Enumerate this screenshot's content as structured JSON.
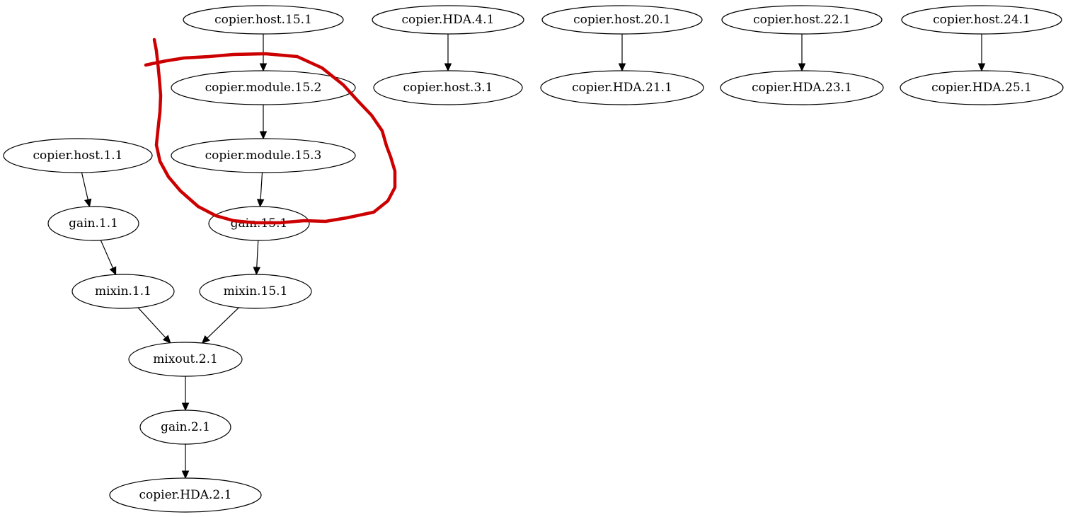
{
  "diagram": {
    "nodes": [
      {
        "id": "n_copier_host_15_1",
        "label": "copier.host.15.1"
      },
      {
        "id": "n_copier_module_15_2",
        "label": "copier.module.15.2"
      },
      {
        "id": "n_copier_module_15_3",
        "label": "copier.module.15.3"
      },
      {
        "id": "n_gain_15_1",
        "label": "gain.15.1"
      },
      {
        "id": "n_mixin_15_1",
        "label": "mixin.15.1"
      },
      {
        "id": "n_copier_host_1_1",
        "label": "copier.host.1.1"
      },
      {
        "id": "n_gain_1_1",
        "label": "gain.1.1"
      },
      {
        "id": "n_mixin_1_1",
        "label": "mixin.1.1"
      },
      {
        "id": "n_mixout_2_1",
        "label": "mixout.2.1"
      },
      {
        "id": "n_gain_2_1",
        "label": "gain.2.1"
      },
      {
        "id": "n_copier_hda_2_1",
        "label": "copier.HDA.2.1"
      },
      {
        "id": "n_copier_hda_4_1",
        "label": "copier.HDA.4.1"
      },
      {
        "id": "n_copier_host_3_1",
        "label": "copier.host.3.1"
      },
      {
        "id": "n_copier_host_20_1",
        "label": "copier.host.20.1"
      },
      {
        "id": "n_copier_hda_21_1",
        "label": "copier.HDA.21.1"
      },
      {
        "id": "n_copier_host_22_1",
        "label": "copier.host.22.1"
      },
      {
        "id": "n_copier_hda_23_1",
        "label": "copier.HDA.23.1"
      },
      {
        "id": "n_copier_host_24_1",
        "label": "copier.host.24.1"
      },
      {
        "id": "n_copier_hda_25_1",
        "label": "copier.HDA.25.1"
      }
    ],
    "edges": [
      {
        "from": "n_copier_host_15_1",
        "to": "n_copier_module_15_2"
      },
      {
        "from": "n_copier_module_15_2",
        "to": "n_copier_module_15_3"
      },
      {
        "from": "n_copier_module_15_3",
        "to": "n_gain_15_1"
      },
      {
        "from": "n_gain_15_1",
        "to": "n_mixin_15_1"
      },
      {
        "from": "n_copier_host_1_1",
        "to": "n_gain_1_1"
      },
      {
        "from": "n_gain_1_1",
        "to": "n_mixin_1_1"
      },
      {
        "from": "n_mixin_1_1",
        "to": "n_mixout_2_1"
      },
      {
        "from": "n_mixin_15_1",
        "to": "n_mixout_2_1"
      },
      {
        "from": "n_mixout_2_1",
        "to": "n_gain_2_1"
      },
      {
        "from": "n_gain_2_1",
        "to": "n_copier_hda_2_1"
      },
      {
        "from": "n_copier_hda_4_1",
        "to": "n_copier_host_3_1"
      },
      {
        "from": "n_copier_host_20_1",
        "to": "n_copier_hda_21_1"
      },
      {
        "from": "n_copier_host_22_1",
        "to": "n_copier_hda_23_1"
      },
      {
        "from": "n_copier_host_24_1",
        "to": "n_copier_hda_25_1"
      }
    ],
    "annotation": {
      "kind": "hand-drawn-circle",
      "color": "#cc0000",
      "encloses": [
        "n_copier_module_15_2",
        "n_copier_module_15_3",
        "n_gain_15_1"
      ]
    }
  }
}
